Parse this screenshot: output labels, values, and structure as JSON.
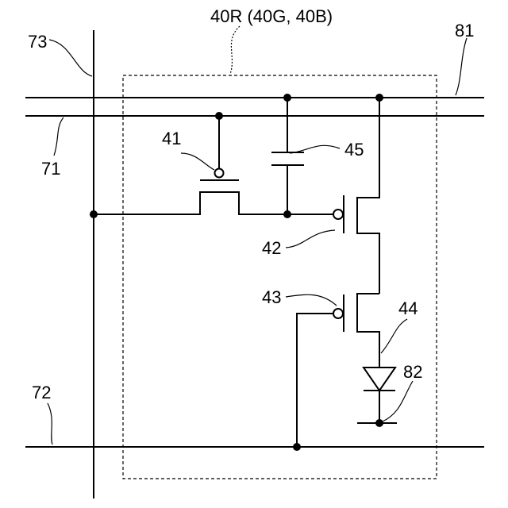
{
  "labels": {
    "pixel": "40R (40G, 40B)",
    "l73": "73",
    "l81": "81",
    "l71": "71",
    "l72": "72",
    "l41": "41",
    "l45": "45",
    "l42": "42",
    "l43": "43",
    "l44": "44",
    "l82": "82"
  }
}
